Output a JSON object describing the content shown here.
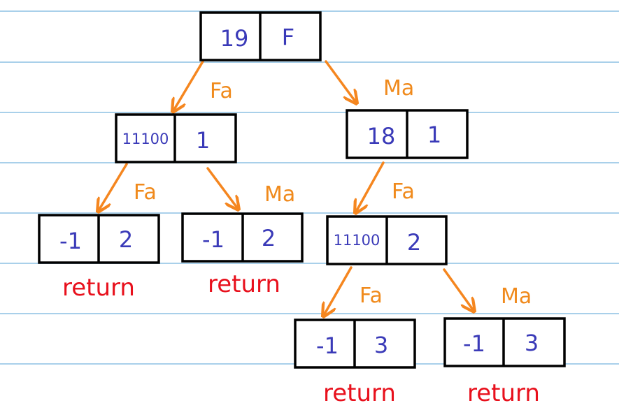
{
  "colors": {
    "rule_line": "#a9d0ea",
    "box_border": "#000000",
    "cell_text": "#3a3ab8",
    "arrow": "#f5861f",
    "edge_label": "#f08a1c",
    "return_label": "#e8101c"
  },
  "tree": {
    "root": {
      "left": "19",
      "right": "F"
    },
    "n1": {
      "left": "11100",
      "right": "1"
    },
    "n2": {
      "left": "18",
      "right": "1"
    },
    "n3": {
      "left": "-1",
      "right": "2"
    },
    "n4": {
      "left": "-1",
      "right": "2"
    },
    "n5": {
      "left": "11100",
      "right": "2"
    },
    "n6": {
      "left": "-1",
      "right": "3"
    },
    "n7": {
      "left": "-1",
      "right": "3"
    }
  },
  "edges": {
    "root_n1": "Fa",
    "root_n2": "Ma",
    "n1_n3": "Fa",
    "n1_n4": "Ma",
    "n2_n5": "Fa",
    "n5_n6": "Fa",
    "n5_n7": "Ma"
  },
  "returns": {
    "n3": "return",
    "n4": "return",
    "n6": "return",
    "n7": "return"
  }
}
